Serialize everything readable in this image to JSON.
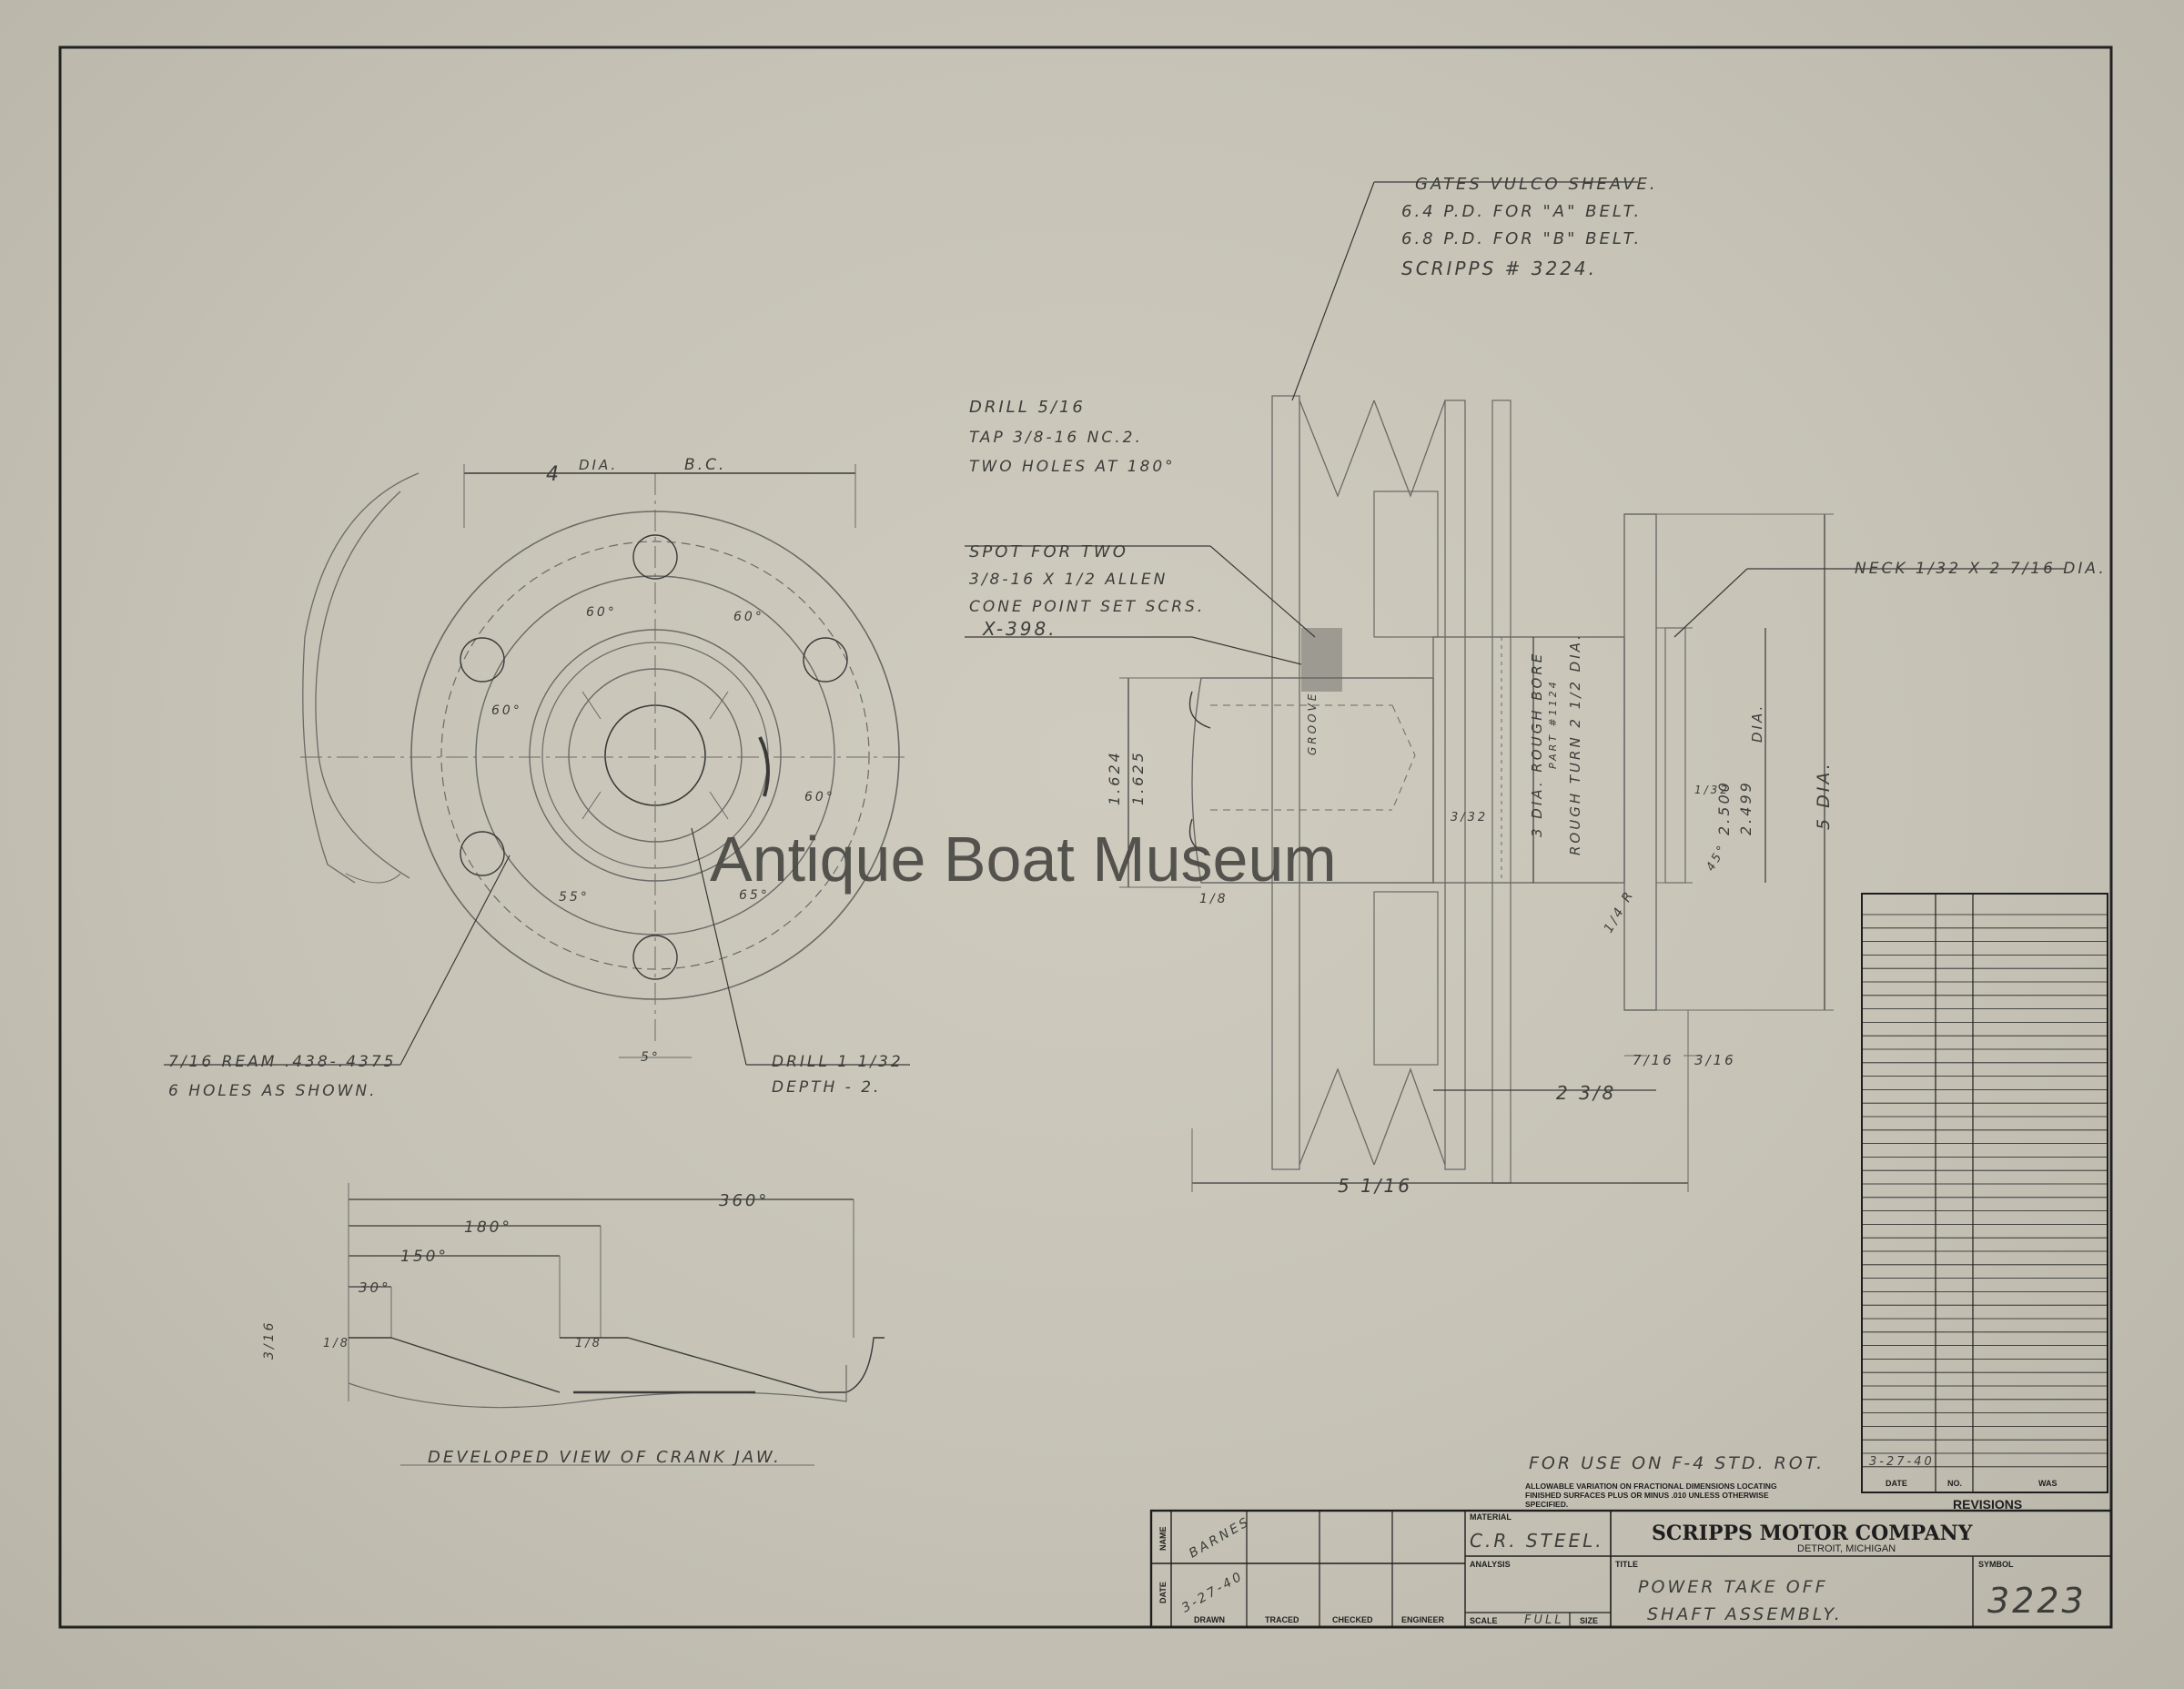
{
  "watermark": "Antique Boat Museum",
  "notes": {
    "sheave": [
      "GATES VULCO SHEAVE.",
      "6.4 P.D. FOR \"A\" BELT.",
      "6.8 P.D. FOR \"B\" BELT.",
      "SCRIPPS # 3224."
    ],
    "drill_tap": [
      "DRILL 5/16",
      "TAP 3/8-16 NC.2.",
      "TWO HOLES AT 180°"
    ],
    "spot": [
      "SPOT FOR TWO",
      "3/8-16 X 1/2 ALLEN",
      "CONE POINT SET SCRS.",
      "X-398."
    ],
    "neck": "NECK 1/32 X 2 7/16 DIA.",
    "ream": [
      "7/16 REAM .438-.4375",
      "6 HOLES AS SHOWN."
    ],
    "drill_depth": [
      "DRILL 1 1/32",
      "DEPTH - 2."
    ],
    "developed_view": "DEVELOPED VIEW OF CRANK JAW.",
    "for_use": "FOR USE ON F-4 STD. ROT.",
    "tolerance": [
      "ALLOWABLE VARIATION ON FRACTIONAL DIMENSIONS LOCATING",
      "FINISHED SURFACES PLUS OR MINUS .010 UNLESS OTHERWISE",
      "SPECIFIED."
    ]
  },
  "dimensions": {
    "bc_dia": "4",
    "bc_dia_label": "DIA.",
    "bc_label": "B.C.",
    "angles": [
      "60°",
      "60°",
      "60°",
      "60°",
      "55°",
      "65°",
      "5°"
    ],
    "bore_a": "1.624",
    "bore_b": "1.625",
    "three_32": "3/32",
    "one_8": "1/8",
    "rough_bore": "3 DIA. ROUGH BORE",
    "part_no": "PART #1124",
    "rough_turn": "ROUGH TURN 2 1/2 DIA.",
    "groove": "GROOVE",
    "r_quarter": "1/4 R",
    "one_32": "1/32",
    "dia_a": "2.500",
    "dia_b": "2.499",
    "dia_label": "DIA.",
    "angle_45": "45°",
    "five_dia": "5 DIA.",
    "seven_16": "7/16",
    "three_16": "3/16",
    "two_3_8": "2 3/8",
    "five_1_16": "5 1/16",
    "dev_360": "360°",
    "dev_180": "180°",
    "dev_150": "150°",
    "dev_30": "30°",
    "dev_3_16": "3/16",
    "dev_1_8a": "1/8",
    "dev_1_8b": "1/8"
  },
  "revisions": {
    "first_date": "3-27-40",
    "col_date": "DATE",
    "col_no": "NO.",
    "col_was": "WAS",
    "title": "REVISIONS"
  },
  "title_block": {
    "row_name": "NAME",
    "row_date": "DATE",
    "drawn_name": "BARNES",
    "drawn_date": "3-27-40",
    "cols": [
      "DRAWN",
      "TRACED",
      "CHECKED",
      "ENGINEER"
    ],
    "material_label": "MATERIAL",
    "material": "C.R. STEEL.",
    "analysis_label": "ANALYSIS",
    "scale_label": "SCALE",
    "scale": "FULL",
    "size_label": "SIZE",
    "company": "SCRIPPS MOTOR COMPANY",
    "city": "DETROIT, MICHIGAN",
    "title_label": "TITLE",
    "title_1": "POWER TAKE OFF",
    "title_2": "SHAFT ASSEMBLY.",
    "symbol_label": "SYMBOL",
    "symbol": "3223"
  }
}
